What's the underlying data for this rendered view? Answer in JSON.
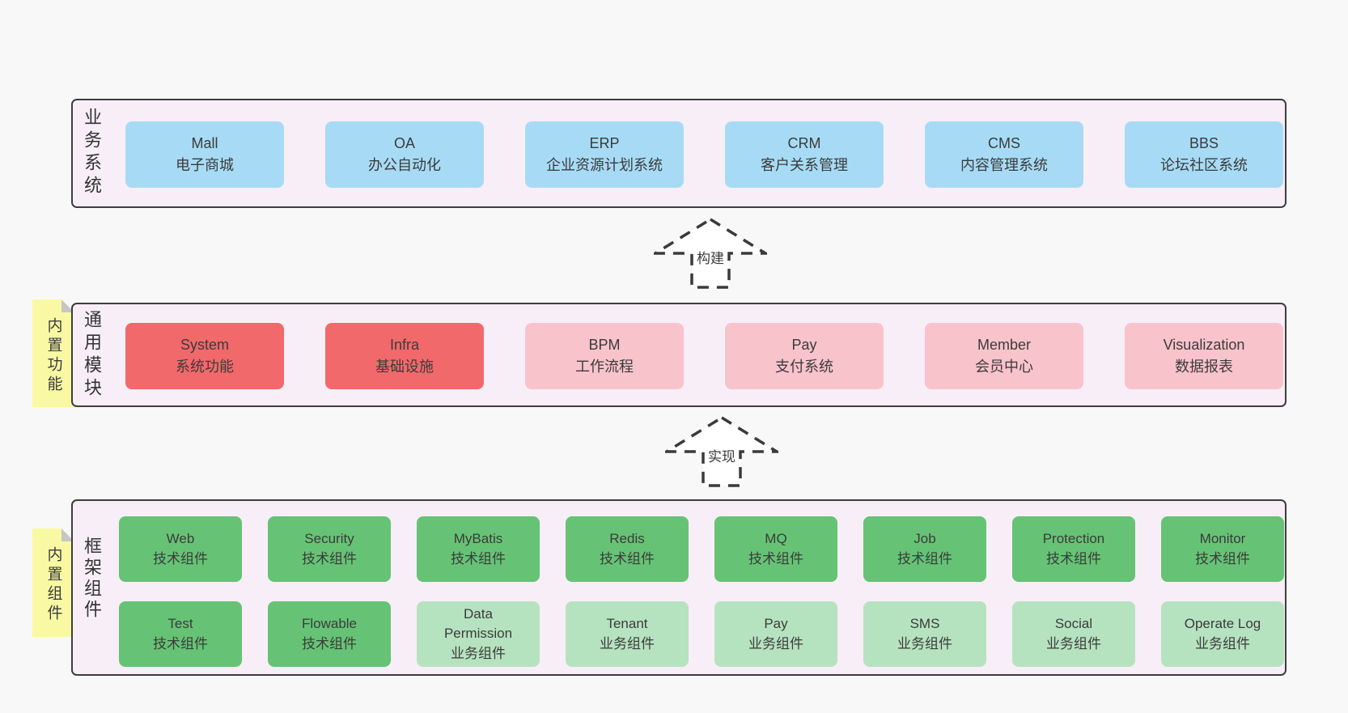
{
  "colors": {
    "page_bg": "#f8f8f8",
    "panel_bg": "#f8eef7",
    "panel_border": "#3d3d3d",
    "box_blue": "#a7dbf5",
    "box_red": "#f2696b",
    "box_pink": "#f9c3cc",
    "box_green_dark": "#66c375",
    "box_green_light": "#b6e3bf",
    "note_yellow": "#f9f9a4",
    "note_fold_gray": "#c6c6c6",
    "text": "#3b3b3b"
  },
  "arrows": [
    {
      "label": "构建"
    },
    {
      "label": "实现"
    }
  ],
  "sections": [
    {
      "label": "业务系统",
      "rows": [
        [
          {
            "name": "Mall",
            "desc": "电子商城"
          },
          {
            "name": "OA",
            "desc": "办公自动化"
          },
          {
            "name": "ERP",
            "desc": "企业资源计划系统"
          },
          {
            "name": "CRM",
            "desc": "客户关系管理"
          },
          {
            "name": "CMS",
            "desc": "内容管理系统"
          },
          {
            "name": "BBS",
            "desc": "论坛社区系统"
          }
        ]
      ]
    },
    {
      "label": "通用模块",
      "note": "内置功能",
      "rows": [
        [
          {
            "name": "System",
            "desc": "系统功能"
          },
          {
            "name": "Infra",
            "desc": "基础设施"
          },
          {
            "name": "BPM",
            "desc": "工作流程"
          },
          {
            "name": "Pay",
            "desc": "支付系统"
          },
          {
            "name": "Member",
            "desc": "会员中心"
          },
          {
            "name": "Visualization",
            "desc": "数据报表"
          }
        ]
      ]
    },
    {
      "label": "框架组件",
      "note": "内置组件",
      "rows": [
        [
          {
            "name": "Web",
            "desc": "技术组件"
          },
          {
            "name": "Security",
            "desc": "技术组件"
          },
          {
            "name": "MyBatis",
            "desc": "技术组件"
          },
          {
            "name": "Redis",
            "desc": "技术组件"
          },
          {
            "name": "MQ",
            "desc": "技术组件"
          },
          {
            "name": "Job",
            "desc": "技术组件"
          },
          {
            "name": "Protection",
            "desc": "技术组件"
          },
          {
            "name": "Monitor",
            "desc": "技术组件"
          }
        ],
        [
          {
            "name": "Test",
            "desc": "技术组件"
          },
          {
            "name": "Flowable",
            "desc": "技术组件"
          },
          {
            "name": "Data Permission",
            "desc": "业务组件"
          },
          {
            "name": "Tenant",
            "desc": "业务组件"
          },
          {
            "name": "Pay",
            "desc": "业务组件"
          },
          {
            "name": "SMS",
            "desc": "业务组件"
          },
          {
            "name": "Social",
            "desc": "业务组件"
          },
          {
            "name": "Operate Log",
            "desc": "业务组件"
          }
        ]
      ]
    }
  ]
}
